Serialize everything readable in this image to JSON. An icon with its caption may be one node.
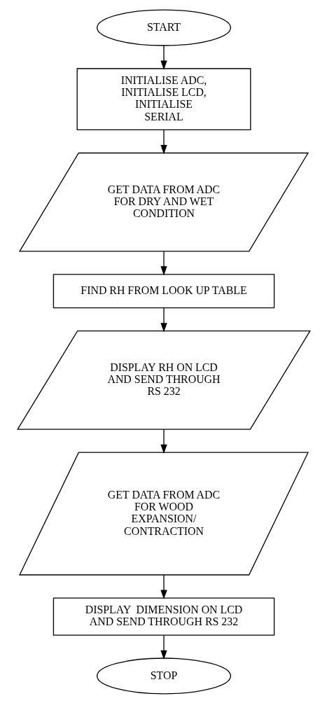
{
  "diagram": {
    "nodes": [
      {
        "text": [
          "START"
        ]
      },
      {
        "text": [
          "INITIALISE ADC, INITIALISE LCD, INITIALISE SERIAL"
        ]
      },
      {
        "text": [
          "GET DATA FROM ADC FOR DRY AND WET CONDITION"
        ]
      },
      {
        "text": [
          "FIND RH FROM LOOK UP TABLE"
        ]
      },
      {
        "text": [
          "DISPLAY RH ON LCD AND SEND THROUGH RS 232"
        ]
      },
      {
        "text": [
          "GET DATA FROM ADC FOR WOOD EXPANSION/ CONTRACTION"
        ]
      },
      {
        "text": [
          "DISPLAY  DIMENSION ON LCD AND SEND THROUGH RS 232"
        ]
      },
      {
        "text": [
          "STOP"
        ]
      }
    ],
    "edges": [
      {
        "from": 0,
        "to": 1,
        "arrow": "to"
      },
      {
        "from": 1,
        "to": 2,
        "arrow": "to"
      },
      {
        "from": 2,
        "to": 3,
        "arrow": "to"
      },
      {
        "from": 3,
        "to": 4,
        "arrow": "to"
      },
      {
        "from": 4,
        "to": 5,
        "arrow": "to"
      },
      {
        "from": 5,
        "to": 6,
        "arrow": "to"
      },
      {
        "from": 6,
        "to": 7,
        "arrow": "to"
      }
    ]
  }
}
